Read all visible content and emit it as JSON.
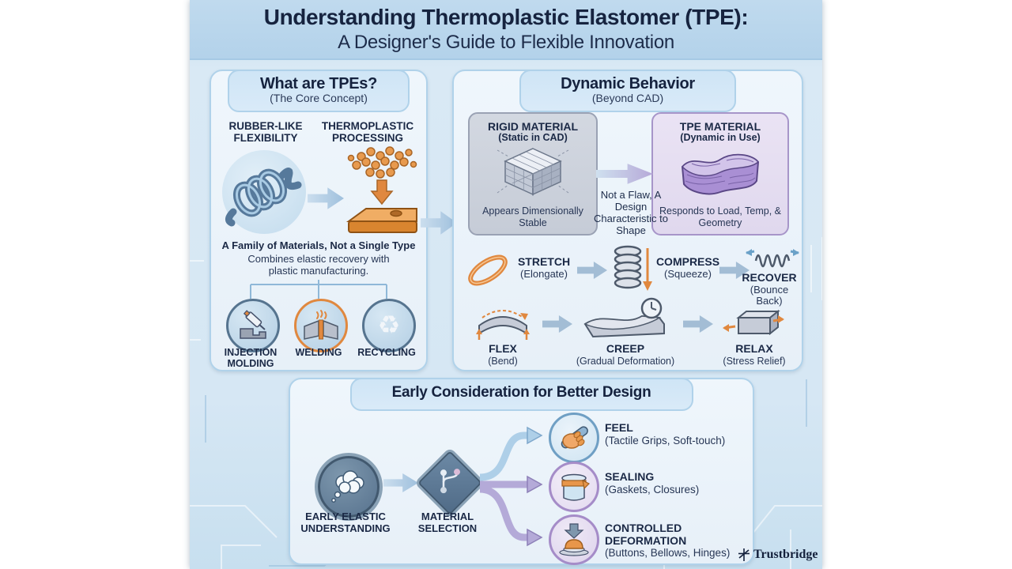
{
  "palette": {
    "background_blue": "#d7e8f4",
    "header_blue": "#b3d2ea",
    "panel_fill": "#edf4fb",
    "panel_border": "#b0d2ea",
    "ink_navy": "#1f2e4e",
    "accent_orange": "#e0883f",
    "accent_purple": "#a58cc8",
    "accent_slate": "#5d7691",
    "arrow_blue": "#a9c9e3",
    "rigid_gray": "#ccd1da",
    "tpe_purple": "#e5def0"
  },
  "header": {
    "title_line1": "Understanding Thermoplastic Elastomer (TPE):",
    "title_line2": "A Designer's Guide to Flexible Innovation"
  },
  "core_panel": {
    "title": "What are TPEs?",
    "subtitle": "(The Core Concept)",
    "flexibility_label": "RUBBER-LIKE FLEXIBILITY",
    "processing_label": "THERMOPLASTIC PROCESSING",
    "family_title": "A Family of Materials, Not a Single Type",
    "family_desc": "Combines elastic recovery with plastic manufacturing.",
    "processes": [
      {
        "label": "INJECTION MOLDING"
      },
      {
        "label": "WELDING"
      },
      {
        "label": "RECYCLING"
      }
    ]
  },
  "dynamic_panel": {
    "title": "Dynamic Behavior",
    "subtitle": "(Beyond CAD)",
    "rigid_card": {
      "title": "RIGID MATERIAL",
      "subtitle": "(Static in CAD)",
      "caption": "Appears Dimensionally Stable"
    },
    "tpe_card": {
      "title": "TPE MATERIAL",
      "subtitle": "(Dynamic in Use)",
      "caption": "Responds to Load, Temp, & Geometry"
    },
    "bridge_note": "Not a Flaw, A Design Characteristic to Shape",
    "behaviors": [
      {
        "name": "STRETCH",
        "sub": "(Elongate)"
      },
      {
        "name": "COMPRESS",
        "sub": "(Squeeze)"
      },
      {
        "name": "RECOVER",
        "sub": "(Bounce Back)"
      },
      {
        "name": "FLEX",
        "sub": "(Bend)"
      },
      {
        "name": "CREEP",
        "sub": "(Gradual Deformation)"
      },
      {
        "name": "RELAX",
        "sub": "(Stress Relief)"
      }
    ]
  },
  "design_panel": {
    "title": "Early Consideration for Better Design",
    "start_label": "EARLY ELASTIC UNDERSTANDING",
    "selection_label": "MATERIAL SELECTION",
    "outcomes": [
      {
        "name": "FEEL",
        "sub": "(Tactile Grips, Soft-touch)"
      },
      {
        "name": "SEALING",
        "sub": "(Gaskets, Closures)"
      },
      {
        "name": "CONTROLLED DEFORMATION",
        "sub": "(Buttons, Bellows, Hinges)"
      }
    ]
  },
  "footer": {
    "brand": "Trustbridge"
  }
}
